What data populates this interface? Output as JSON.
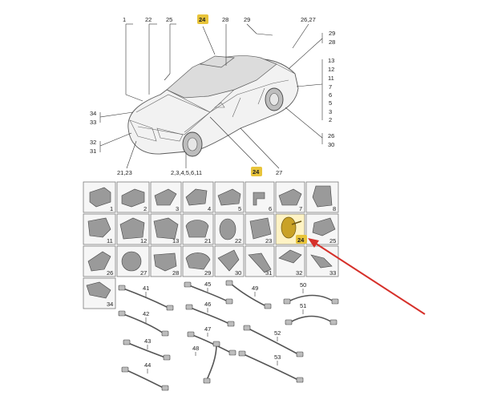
{
  "colors": {
    "highlight_badge": "#e8c43a",
    "arrow": "#d6302a",
    "line": "#333333"
  },
  "car_callouts": {
    "top": [
      "1",
      "22",
      "25",
      "24",
      "28",
      "29",
      "26,27"
    ],
    "right": [
      "29",
      "28",
      "13",
      "12",
      "11",
      "7",
      "6",
      "5",
      "3",
      "2",
      "26",
      "30"
    ],
    "left": [
      "34",
      "33",
      "32",
      "31"
    ],
    "bottom": [
      "21,23",
      "2,3,4,5,6,11",
      "24",
      "27"
    ]
  },
  "grid_labels": [
    [
      "1",
      "2",
      "3",
      "4",
      "5",
      "6",
      "7",
      "8"
    ],
    [
      "11",
      "12",
      "13",
      "21",
      "22",
      "23",
      "24",
      "25"
    ],
    [
      "26",
      "27",
      "28",
      "29",
      "30",
      "31",
      "32",
      "33"
    ],
    [
      "34"
    ]
  ],
  "highlighted_part": "24",
  "harness_labels": [
    "41",
    "42",
    "43",
    "44",
    "45",
    "46",
    "47",
    "48",
    "49",
    "50",
    "51",
    "52",
    "53"
  ]
}
